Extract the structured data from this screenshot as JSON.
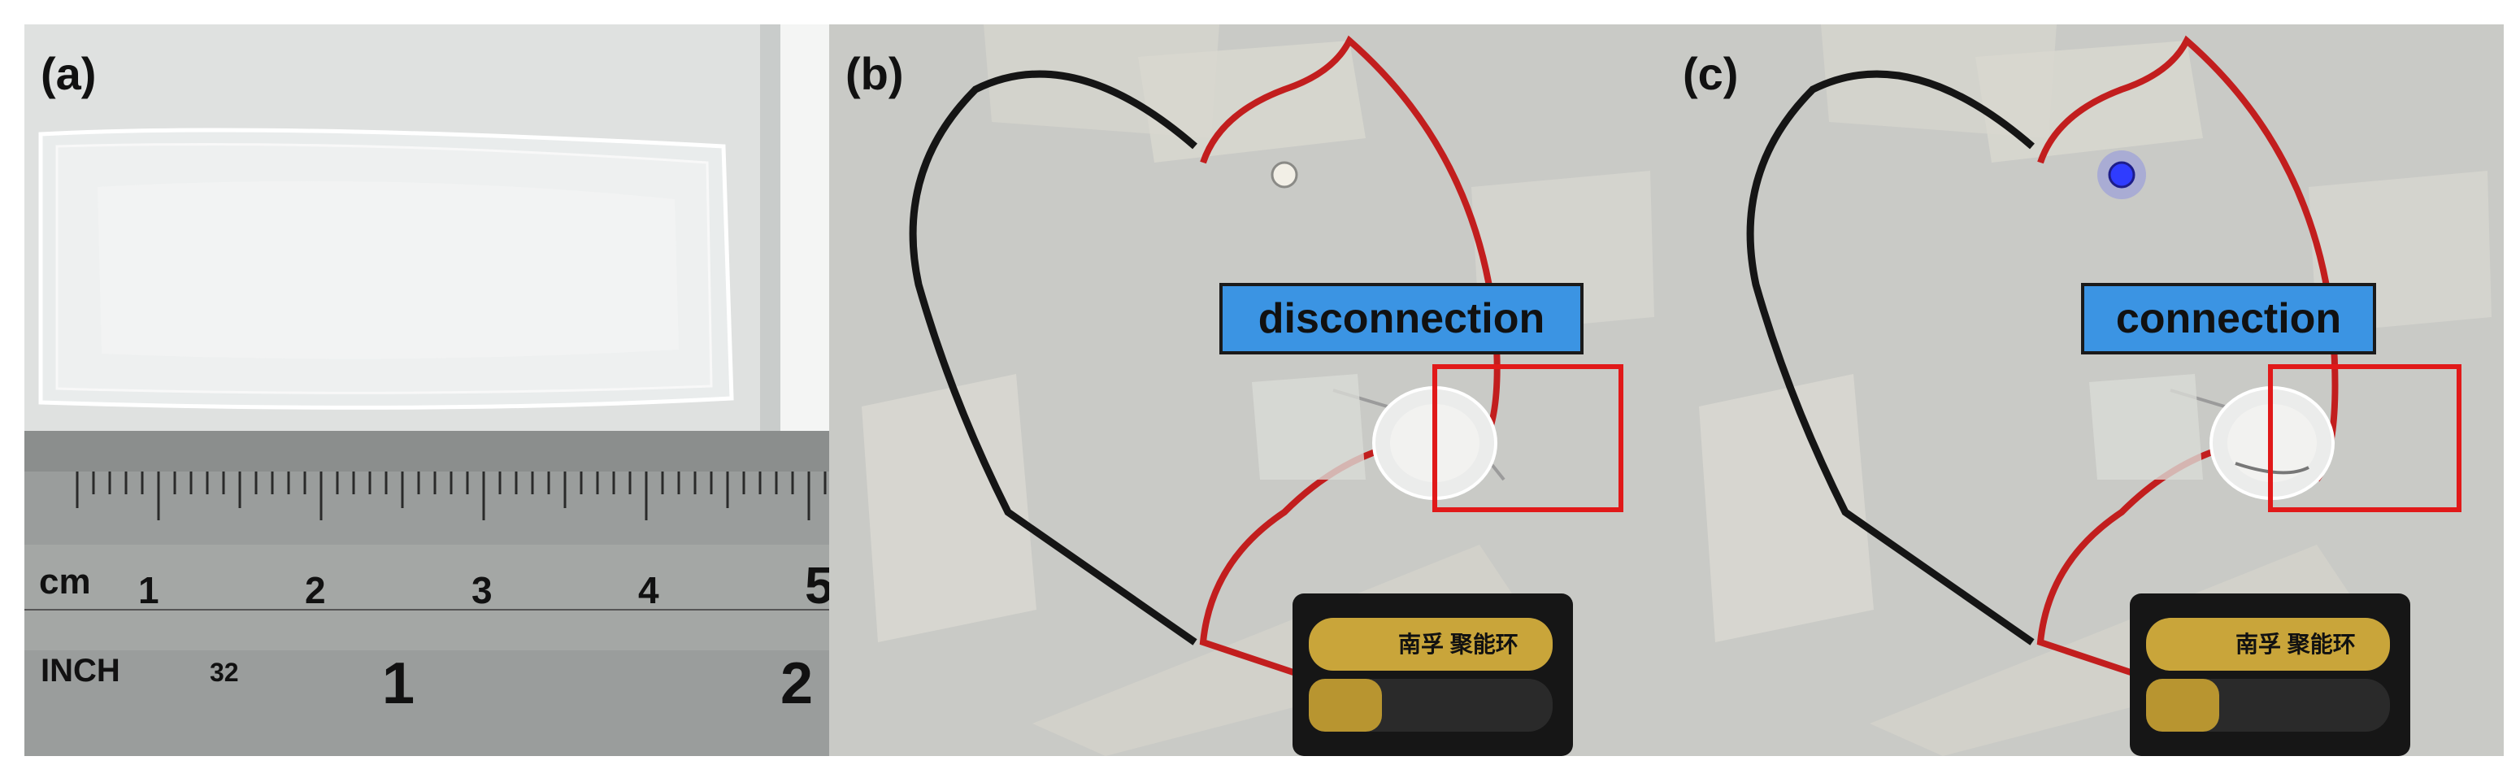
{
  "panels": [
    {
      "label": "(a)"
    },
    {
      "label": "(b)",
      "callout": "disconnection"
    },
    {
      "label": "(c)",
      "callout": "connection"
    }
  ],
  "ruler": {
    "unit_cm": "cm",
    "cm_numbers": [
      "1",
      "2",
      "3",
      "4",
      "5"
    ],
    "unit_inch": "INCH",
    "inch_small": "32",
    "inch_numbers": [
      "1",
      "2"
    ]
  },
  "battery_brand": "南孚 聚能环",
  "colors": {
    "callout_fill": "#3b94e3",
    "highlight_box": "#e11919",
    "led_off": "#f2efe6",
    "led_on": "#2f3cff"
  },
  "states": {
    "b_led_lit": false,
    "c_led_lit": true
  }
}
